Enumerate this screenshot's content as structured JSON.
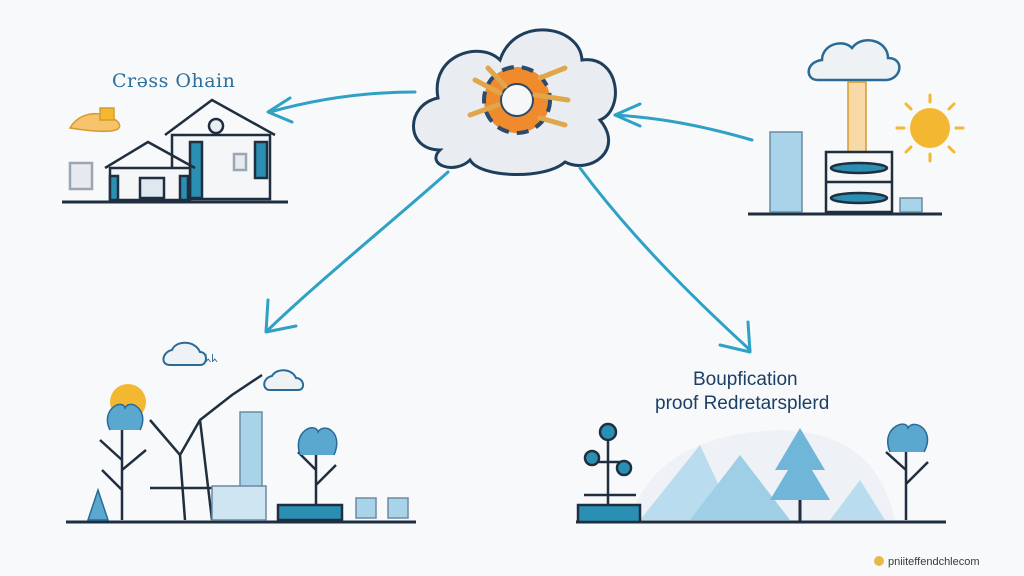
{
  "labels": {
    "top_left": "Crǝss Ohain",
    "proof_line_1": "Boupfication",
    "proof_line_2": "proof Redretarsplerd",
    "bottom_left_cloud": "ᖾᖾ"
  },
  "watermark": {
    "text": "pniiteffendchlecom"
  },
  "icons": [
    "cloud-hub-icon",
    "house-icon",
    "solar-farm-icon",
    "forest-windmill-icon",
    "mountain-tree-icon",
    "sun-icon",
    "cloud-icon",
    "arrow-icon"
  ],
  "colors": {
    "line": "#1f2f3f",
    "accent_blue": "#2a8fb2",
    "arrow": "#2ea1c4",
    "sun": "#f4b731",
    "orange": "#ef8a2d",
    "light_blue": "#a9d3e8"
  }
}
